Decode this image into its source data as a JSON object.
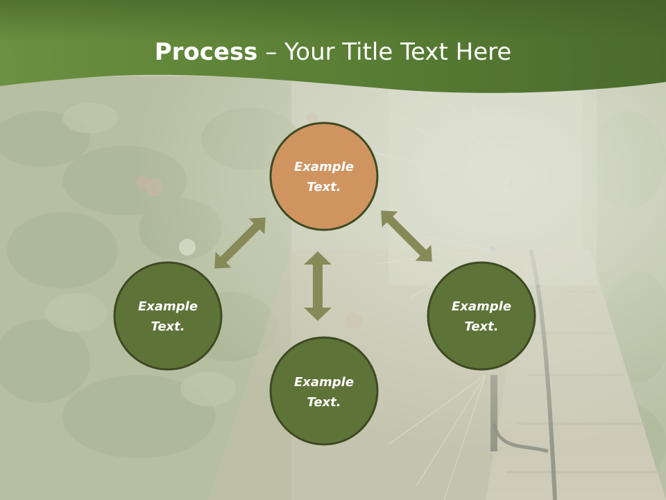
{
  "slide": {
    "title_bold": "Process",
    "title_rest": " – Your Title Text Here"
  },
  "nodes": [
    {
      "id": "top",
      "line1": "Example",
      "line2": "Text.",
      "color": "#cf9460"
    },
    {
      "id": "left",
      "line1": "Example",
      "line2": "Text.",
      "color": "#5e7338"
    },
    {
      "id": "right",
      "line1": "Example",
      "line2": "Text.",
      "color": "#5e7338"
    },
    {
      "id": "bottom",
      "line1": "Example",
      "line2": "Text.",
      "color": "#5e7338"
    }
  ],
  "colors": {
    "header": "#5a8235",
    "circle_stroke": "#3e4a22",
    "arrow": "#858a58",
    "photo_wash": "#d9dccb"
  }
}
